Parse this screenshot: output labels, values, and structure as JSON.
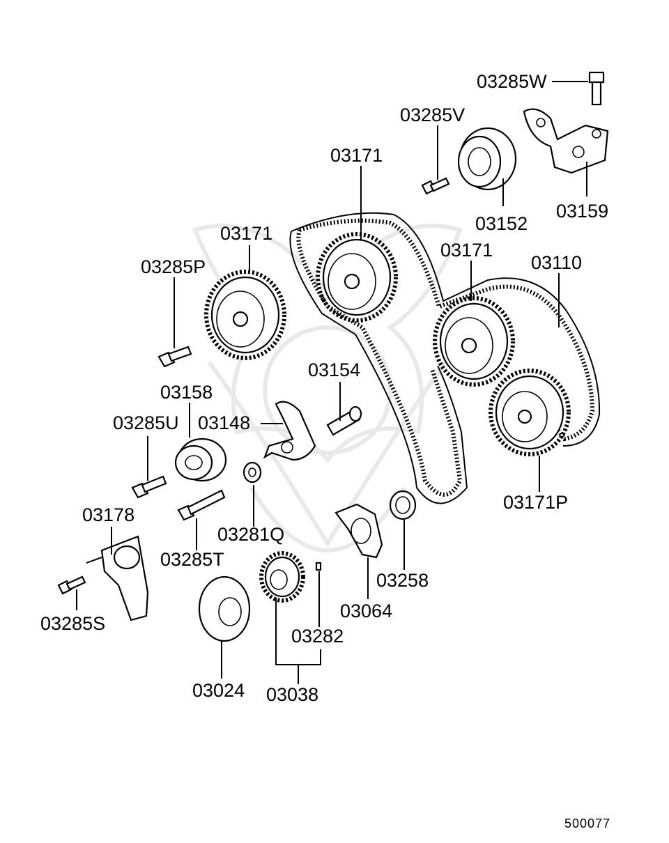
{
  "labels": {
    "p03285W": "03285W",
    "p03285V": "03285V",
    "p03171_a": "03171",
    "p03152": "03152",
    "p03159": "03159",
    "p03171_b": "03171",
    "p03285P": "03285P",
    "p03171_c": "03171",
    "p03110": "03110",
    "p03154": "03154",
    "p03158": "03158",
    "p03285U": "03285U",
    "p03148": "03148",
    "p03171P": "03171P",
    "p03178": "03178",
    "p03281Q": "03281Q",
    "p03285T": "03285T",
    "p03258": "03258",
    "p03285S": "03285S",
    "p03064": "03064",
    "p03282": "03282",
    "p03024": "03024",
    "p03038": "03038"
  },
  "diagram_ref": "500077"
}
